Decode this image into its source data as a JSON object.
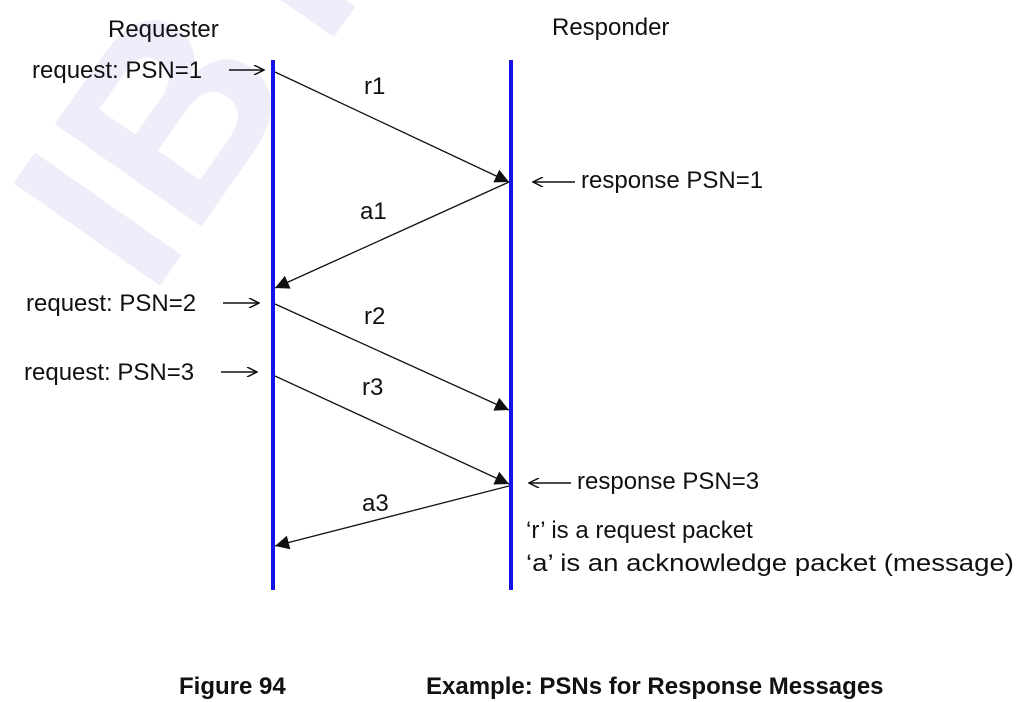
{
  "diagram": {
    "watermark": "IBTA",
    "lanes": {
      "requester": "Requester",
      "responder": "Responder"
    },
    "notes": {
      "request_1": "request: PSN=1",
      "request_2": "request: PSN=2",
      "request_3": "request: PSN=3",
      "response_1": "response PSN=1",
      "response_3": "response PSN=3"
    },
    "messages": {
      "r1": "r1",
      "a1": "a1",
      "r2": "r2",
      "r3": "r3",
      "a3": "a3"
    },
    "legend": {
      "r": "‘r’ is a request packet",
      "a": "‘a’ is an acknowledge packet (message)"
    },
    "colors": {
      "lifeline": "#1414e6",
      "arrow": "#111111",
      "watermark": "#eeeefb"
    }
  },
  "caption": {
    "figure_number": "Figure 94",
    "title": "Example: PSNs for Response Messages"
  }
}
